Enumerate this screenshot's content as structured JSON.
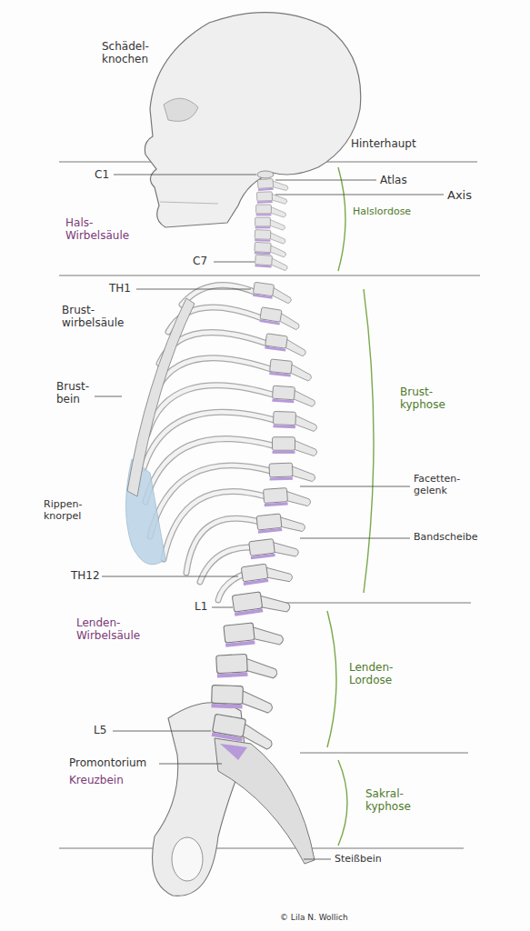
{
  "diagram": {
    "labels": [
      "Schädel- knochen",
      "Hinterhaupt",
      "C1",
      "Atlas",
      "Axis",
      "Halslordose",
      "Hals- Wirbelsäule",
      "C7",
      "TH1",
      "Brust- wirbelsäule",
      "Brust- bein",
      "Brust- kyphose",
      "Facetten- gelenk",
      "Bandscheibe",
      "Rippen- knorpel",
      "TH12",
      "L1",
      "Lenden- Wirbelsäule",
      "Lenden- Lordose",
      "L5",
      "Promontorium",
      "Kreuzbein",
      "Sakral- kyphose",
      "Steißbein",
      "© Lila N. Wollich"
    ]
  }
}
